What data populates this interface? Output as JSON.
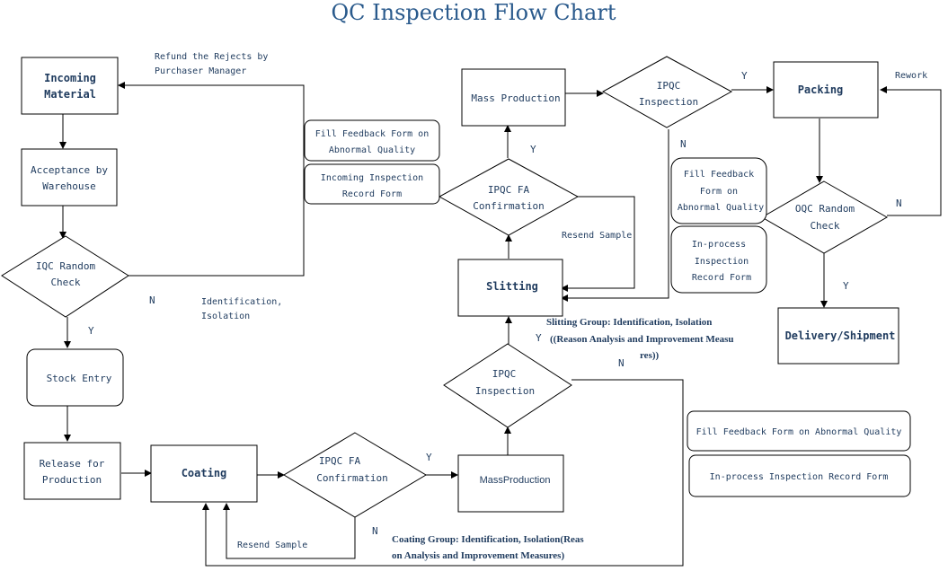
{
  "title": "QC Inspection Flow Chart",
  "nodes": {
    "incoming_material": [
      "Incoming",
      "Material"
    ],
    "acceptance": [
      "Acceptance by",
      "Warehouse"
    ],
    "iqc_check": [
      "IQC Random",
      "Check"
    ],
    "stock_entry": [
      "Stock Entry"
    ],
    "release": [
      "Release for",
      "Production"
    ],
    "coating": [
      "Coating"
    ],
    "coating_fa": [
      "IPQC FA",
      "Confirmation"
    ],
    "mass_production_bottom": [
      "MassProduction"
    ],
    "ipqc_bottom": [
      "IPQC",
      "Inspection"
    ],
    "slitting": [
      "Slitting"
    ],
    "slitting_fa": [
      "IPQC FA",
      "Confirmation"
    ],
    "mass_production_top": [
      "Mass Production"
    ],
    "ipqc_top": [
      "IPQC",
      "Inspection"
    ],
    "packing": [
      "Packing"
    ],
    "oqc_check": [
      "OQC Random",
      "Check"
    ],
    "delivery": [
      "Delivery/Shipment"
    ]
  },
  "forms": {
    "feedback_1": [
      "Fill Feedback Form on",
      "Abnormal Quality"
    ],
    "incoming_record": [
      "Incoming Inspection",
      "Record Form"
    ],
    "feedback_2": [
      "Fill Feedback",
      "Form on",
      "Abnormal Quality"
    ],
    "inprocess_record_1": [
      "In-process",
      "Inspection",
      "Record Form"
    ],
    "feedback_3": [
      "Fill Feedback Form on Abnormal Quality"
    ],
    "inprocess_record_2": [
      "In-process Inspection Record Form"
    ]
  },
  "labels": {
    "refund": [
      "Refund the Rejects by",
      "Purchaser Manager"
    ],
    "identification": [
      "Identification,",
      "Isolation"
    ],
    "resend_top": "Resend Sample",
    "resend_bottom": "Resend Sample",
    "rework": "Rework",
    "y1": "Y",
    "y2": "Y",
    "y3": "Y",
    "y4": "Y",
    "y5": "Y",
    "y6": "Y",
    "n1": "N",
    "n2": "N",
    "n3": "N",
    "n4": "N",
    "n5": "N"
  },
  "groups": {
    "slitting": [
      "Slitting Group: Identification, Isolation",
      "((Reason Analysis and Improvement Measu",
      "res))"
    ],
    "coating": [
      "Coating Group: Identification, Isolation(Reas",
      "on Analysis and Improvement Measures)"
    ]
  }
}
